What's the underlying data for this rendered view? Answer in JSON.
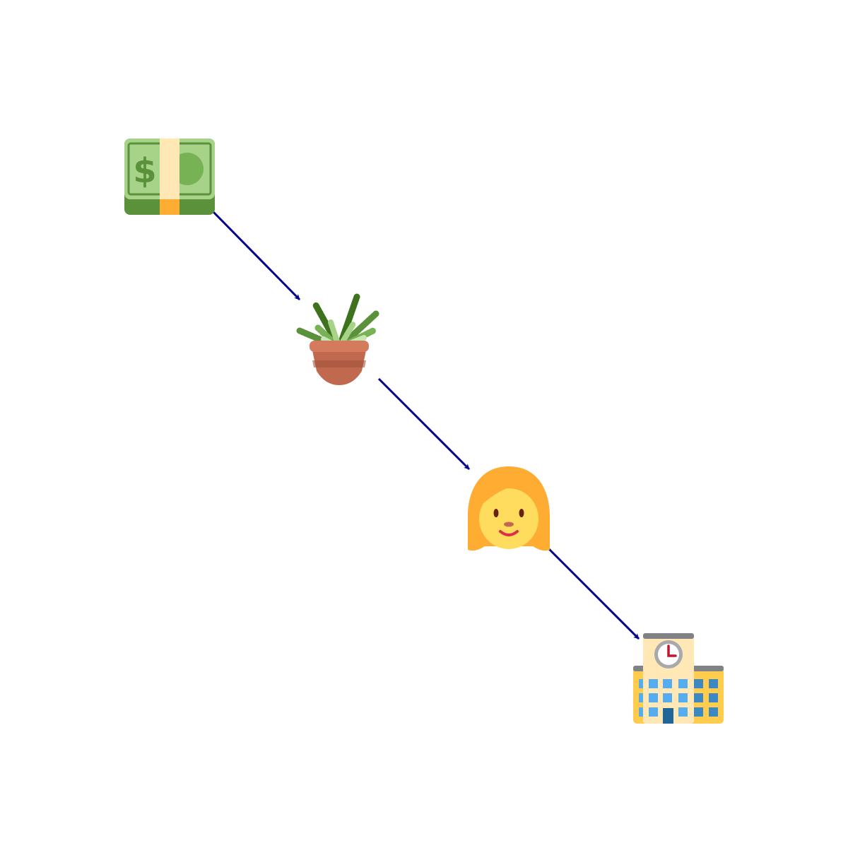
{
  "diagram": {
    "nodes": [
      {
        "id": "money",
        "icon": "dollar-banknote-icon"
      },
      {
        "id": "plant",
        "icon": "potted-plant-icon"
      },
      {
        "id": "woman",
        "icon": "woman-icon"
      },
      {
        "id": "school",
        "icon": "school-building-icon"
      }
    ],
    "edges": [
      {
        "from": "money",
        "to": "plant"
      },
      {
        "from": "plant",
        "to": "woman"
      },
      {
        "from": "woman",
        "to": "school"
      }
    ],
    "colors": {
      "arrow": "#00008b",
      "money_light": "#a6d388",
      "money_dark": "#5c913b",
      "band": "#ffe8b6",
      "band_accent": "#ffac33",
      "leaf_dark": "#3e721d",
      "leaf_mid": "#77b255",
      "leaf_light": "#c6e5b3",
      "pot": "#c1694f",
      "pot_rim": "#d57b5d",
      "hair": "#ffac33",
      "skin": "#ffdc5d",
      "building": "#ffcc4d",
      "building_top": "#ffe8b6",
      "window": "#55acee",
      "window_dark": "#3b88c3",
      "clock_red": "#be1931",
      "roof": "#808285"
    }
  }
}
